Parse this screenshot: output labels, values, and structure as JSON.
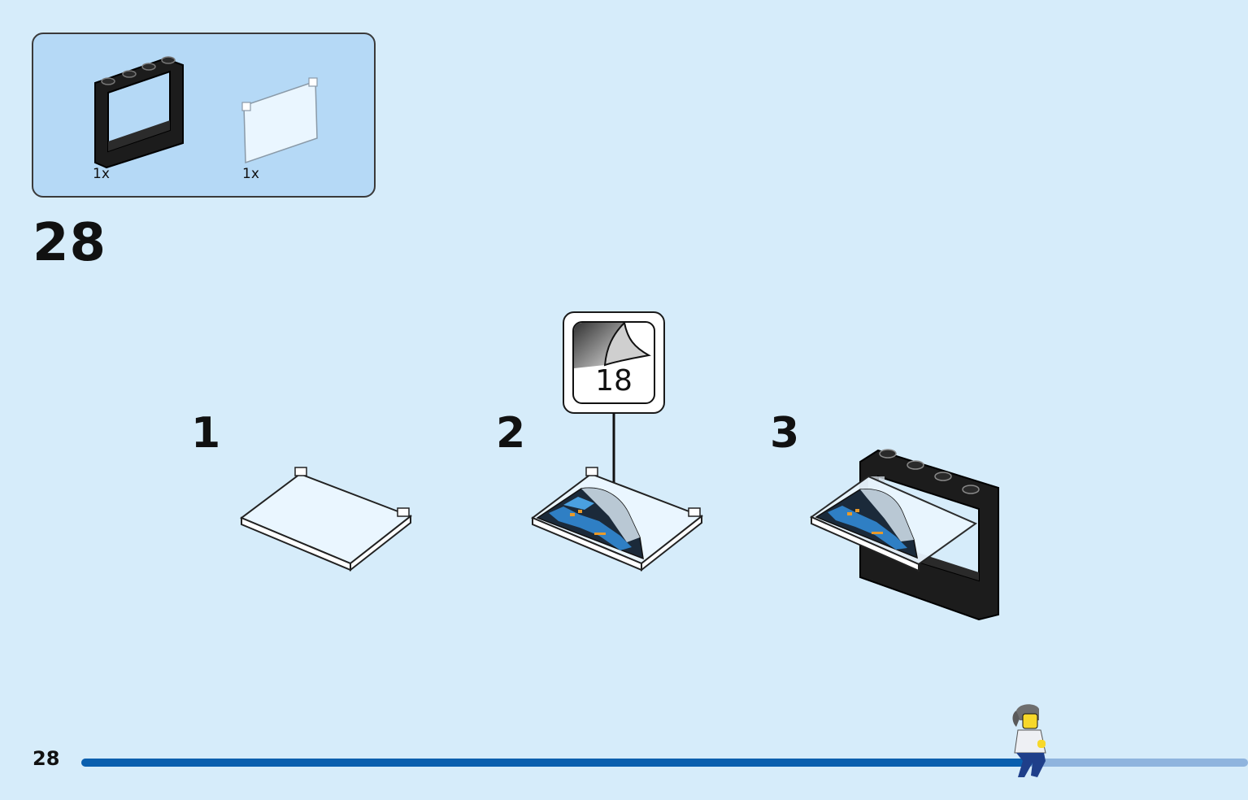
{
  "parts_list": {
    "items": [
      {
        "name": "window-frame",
        "quantity": "1x",
        "color": "#1a1a1a"
      },
      {
        "name": "window-glass",
        "quantity": "1x",
        "color": "#eaf6ff"
      }
    ]
  },
  "step": {
    "number": "28"
  },
  "substeps": [
    {
      "label": "1"
    },
    {
      "label": "2"
    },
    {
      "label": "3"
    }
  ],
  "sticker": {
    "number": "18"
  },
  "footer": {
    "page_number": "28",
    "progress_color": "#0a5fae"
  },
  "colors": {
    "background": "#d6ecfa",
    "parts_box": "#b5d9f6"
  }
}
